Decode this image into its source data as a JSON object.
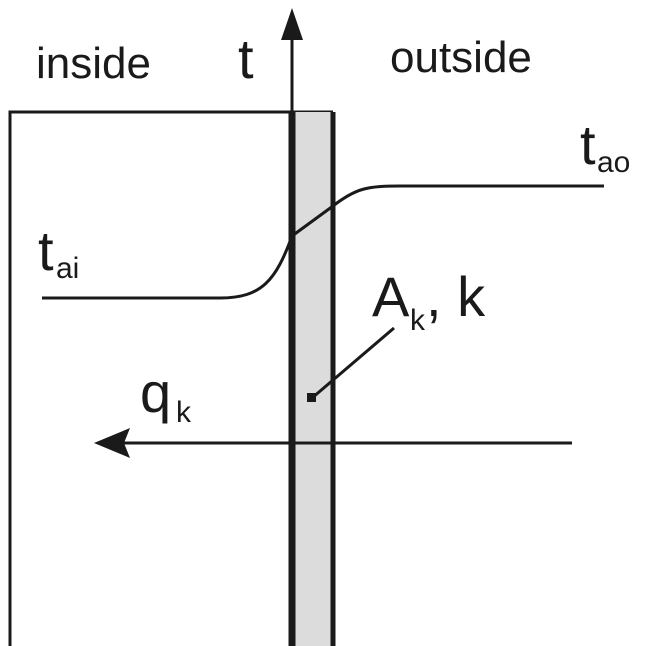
{
  "labels": {
    "inside": "inside",
    "outside": "outside",
    "t_axis": "t",
    "t_ao": {
      "main": "t",
      "sub": "ao"
    },
    "t_ai": {
      "main": "t",
      "sub": "ai"
    },
    "area": {
      "main": "A",
      "sub": "k",
      "rest": ", k"
    },
    "heat_flow": {
      "main": "q",
      "sub": "k"
    }
  },
  "colors": {
    "line": "#1a1a1a",
    "wall_fill": "#dcdcdc",
    "background": "#ffffff"
  }
}
